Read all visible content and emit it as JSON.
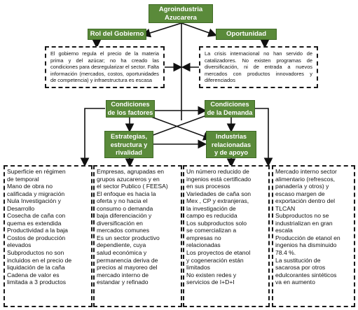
{
  "diagram": {
    "title_line1": "Agroindustria",
    "title_line2": "Azucarera",
    "rol_gobierno": "Rol del Gobierno",
    "oportunidad": "Oportunidad",
    "gobierno_text": "El gobierno regula el precio de la materia prima y del azúcar; no ha creado las condiciones para desregularizar el sector. Falta información (mercados, costos, oportunidades de competencia) y infraestructura es escasa",
    "oportunidad_text": "La crisis internacional no han servido de catalizadores. No existen programas de diversificación, ni de entrada a nuevos mercados con productos innovadores y diferenciados",
    "factores_line1": "Condiciones",
    "factores_line2": "de los factores",
    "demanda_line1": "Condiciones",
    "demanda_line2": "de la Demanda",
    "estrategias_line1": "Estrategias,",
    "estrategias_line2": "estructura  y",
    "estrategias_line3": "rivalidad",
    "industrias_line1": "Industrias",
    "industrias_line2": "relacionadas",
    "industrias_line3": "y de apoyo",
    "col1": [
      "Superficie en régimen",
      "de  temporal",
      "Mano de obra no",
      "calificada y migración",
      "Nula Investigación y",
      "Desarrollo",
      "Cosecha de  caña con",
      "quema  es extendida",
      "Productividad a la baja",
      "Costos de producción",
      "elevados",
      "Subproductos no son",
      "incluidos en el precio de",
      "liquidación de la caña",
      "Cadena de valor es",
      "limitada a 3 productos"
    ],
    "col2": [
      "Empresas, agrupadas en",
      "grupos azucareros y en",
      "el sector Publico ( FEESA)",
      "El enfoque es hacia la",
      "oferta y no hacia el",
      "consumo o demanda",
      "baja diferenciación y",
      "diversificación en",
      "mercados comunes",
      "Es un sector productivo",
      "dependiente, cuya",
      "salud económica y",
      "permanencia deriva de",
      "precios al mayoreo del",
      "mercado interno de",
      "estandar y refinado"
    ],
    "col3": [
      "Un número reducido de",
      "ingenios está certificado",
      "en sus procesos",
      "Variedades de caña son",
      "Mex , CP y extranjeras,",
      "la investigación de",
      "campo es reducida",
      "Los subproductos solo",
      "se comercializan a",
      "empresas no",
      "relacionadas",
      "Los proyectos de etanol",
      "y cogeneración están",
      "limitados",
      "No existen redes y",
      "servicios de I+D+I"
    ],
    "col4": [
      "Mercado interno sector",
      "alimentario (refrescos,",
      "panadería y otros) y",
      "escaso margen de",
      "exportación dentro del",
      "TLCAN",
      "Subproductos no se",
      "industrializan  en gran",
      "escala",
      "Producción de etanol en",
      "ingenios ha disminuido",
      "78.4 %.",
      "La sustitución de",
      "sacarosa por otros",
      "edulcorantes sintéticos",
      "va en aumento"
    ]
  }
}
